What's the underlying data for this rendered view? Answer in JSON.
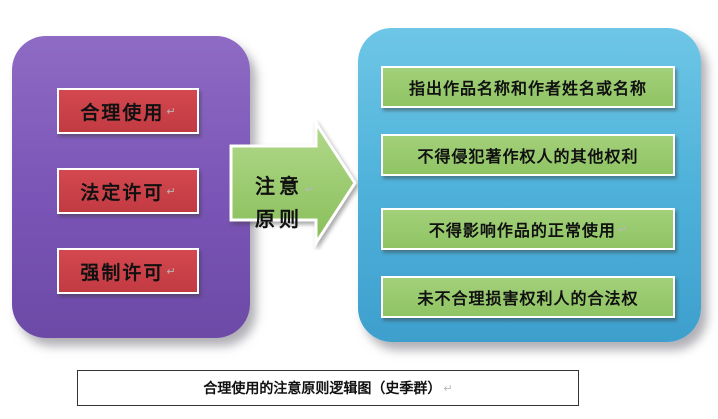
{
  "left_items": [
    "合理使用",
    "法定许可",
    "强制许可"
  ],
  "center": {
    "line1": "注意",
    "line2": "原则"
  },
  "right_items": [
    "指出作品名称和作者姓名或名称",
    "不得侵犯著作权人的其他权利",
    "不得影响作品的正常使用",
    "未不合理损害权利人的合法权"
  ],
  "caption": "合理使用的注意原则逻辑图（史季群）",
  "paragraph_mark": "↵",
  "colors": {
    "left_panel": "#7a54b6",
    "right_panel": "#4fb2da",
    "red_box": "#c23a42",
    "green_box": "#8fc463",
    "arrow": "#8fc463"
  }
}
